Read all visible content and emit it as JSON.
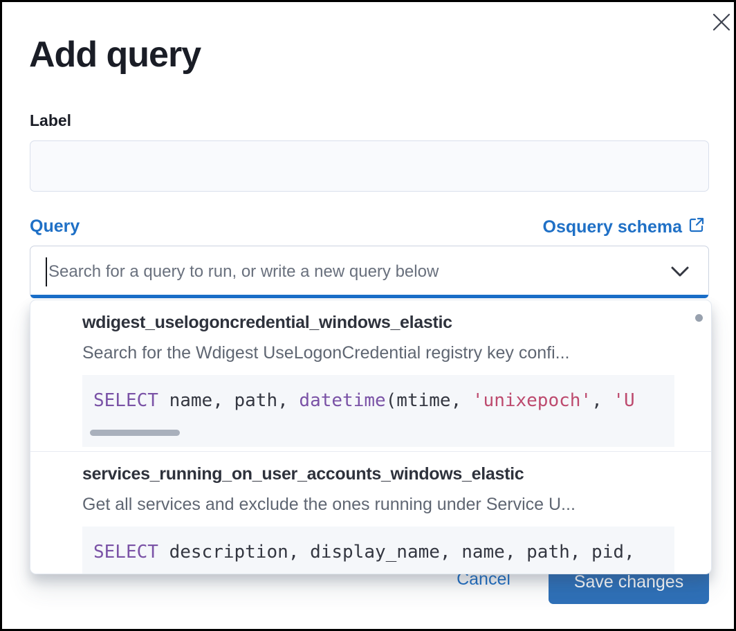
{
  "modal": {
    "title": "Add query",
    "close_icon": "close-x"
  },
  "form": {
    "label_field": {
      "label": "Label",
      "value": "",
      "placeholder": ""
    },
    "query_field": {
      "label": "Query",
      "schema_link_label": "Osquery schema",
      "schema_link_icon": "external-link",
      "placeholder": "Search for a query to run, or write a new query below",
      "value": "",
      "dropdown_icon": "chevron-down"
    }
  },
  "colors": {
    "accent_blue": "#1f70c6",
    "focus_underline": "#1b6fc9",
    "save_button_fill": "#2e70b8",
    "code_keyword": "#7a52a6",
    "code_string": "#bd4a6e",
    "code_background": "#f5f7fa"
  },
  "dropdown": {
    "items": [
      {
        "title": "wdigest_uselogoncredential_windows_elastic",
        "description": "Search for the Wdigest UseLogonCredential registry key confi...",
        "code": [
          {
            "t": "kw",
            "v": "SELECT"
          },
          {
            "t": "pl",
            "v": " name, path, "
          },
          {
            "t": "kw",
            "v": "datetime"
          },
          {
            "t": "pl",
            "v": "(mtime, "
          },
          {
            "t": "str",
            "v": "'unixepoch'"
          },
          {
            "t": "pl",
            "v": ", "
          },
          {
            "t": "str",
            "v": "'U"
          }
        ]
      },
      {
        "title": "services_running_on_user_accounts_windows_elastic",
        "description": "Get all services and exclude the ones running under Service U...",
        "code": [
          {
            "t": "kw",
            "v": "SELECT"
          },
          {
            "t": "pl",
            "v": " description, display_name, name, path, pid,"
          }
        ]
      }
    ]
  },
  "footer": {
    "cancel_label": "Cancel",
    "save_label": "Save changes"
  }
}
